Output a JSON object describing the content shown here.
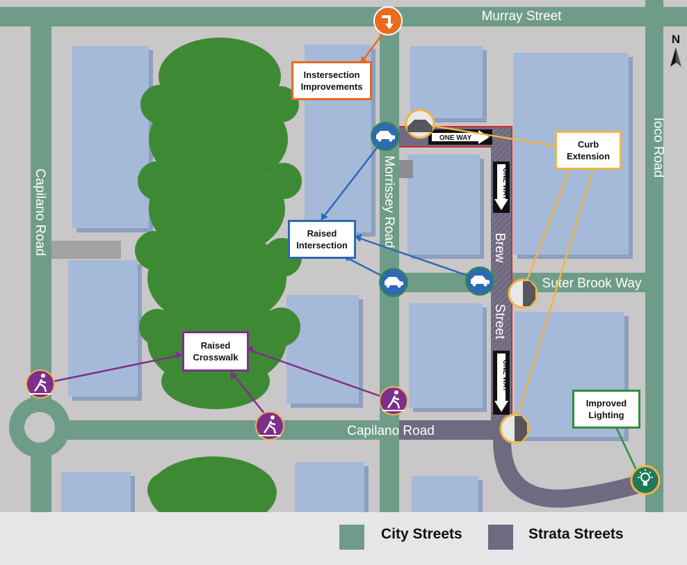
{
  "streets": {
    "murray": "Murray Street",
    "ioco": "Ioco Road",
    "capilano_west": "Capilano Road",
    "capilano_south": "Capilano Road",
    "morrissey": "Morrissey Road",
    "suter_brook": "Suter Brook Way",
    "brew_part1": "Brew",
    "brew_part2": "Street"
  },
  "one_way_signs": [
    "ONE WAY",
    "ONE WAY",
    "ONE WAY"
  ],
  "callouts": {
    "intersection_improvements": "Instersection\nImprovements",
    "curb_extension": "Curb\nExtension",
    "raised_intersection": "Raised\nIntersection",
    "raised_crosswalk": "Raised\nCrosswalk",
    "improved_lighting": "Improved\nLighting"
  },
  "compass": "N",
  "legend": {
    "city_streets": "City Streets",
    "strata_streets": "Strata Streets"
  },
  "colors": {
    "city_street": "#6f9c89",
    "strata_street": "#6f6a80",
    "building": "#a5b9d9",
    "trees": "#3e8a34",
    "orange": "#ea6a1e",
    "gold": "#f2b544",
    "blue": "#2e69b3",
    "purple": "#7d2f8c",
    "green": "#2f8f3e"
  },
  "icons": {
    "intersection_improvements": "turn-arrow-icon",
    "raised_intersection": "car-icon",
    "raised_crosswalk": "pedestrian-icon",
    "curb_extension": "curb-icon",
    "improved_lighting": "lightbulb-icon"
  }
}
